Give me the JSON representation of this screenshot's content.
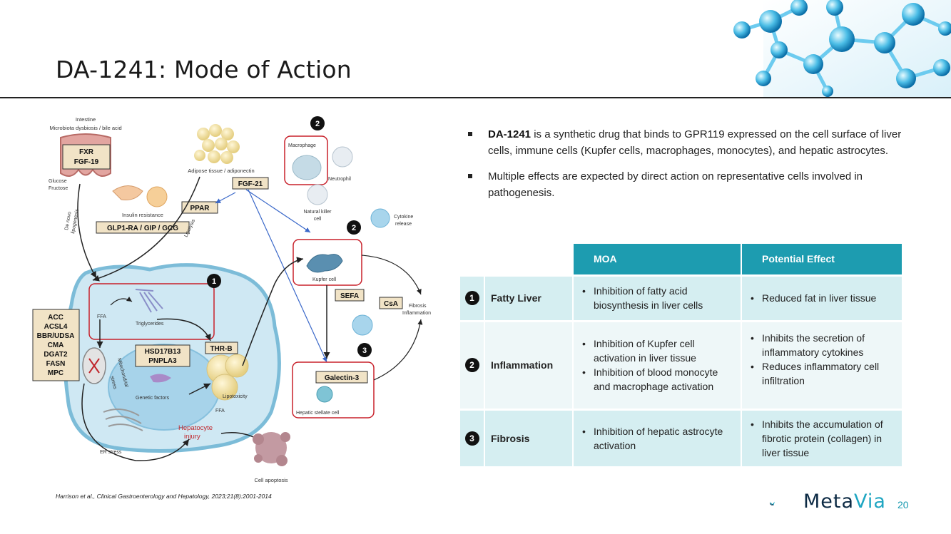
{
  "slide": {
    "title": "DA-1241: Mode of Action",
    "citation": "Harrison et al., Clinical Gastroenterology and Hepatology, 2023;21(8):2001-2014",
    "page_number": "20"
  },
  "brand": {
    "name_part1": "Meta",
    "name_part2": "Via",
    "icon": "metavia-logo-icon",
    "colors": {
      "navy": "#0c2a44",
      "teal": "#1fa6c2"
    }
  },
  "bullets": [
    {
      "bold": "DA-1241",
      "text": " is a synthetic drug that binds to GPR119  expressed on the cell surface of liver cells, immune cells (Kupfer cells, macrophages, monocytes), and hepatic astrocytes."
    },
    {
      "bold": "",
      "text": "Multiple effects are expected by direct action on representative cells involved in pathogenesis."
    }
  ],
  "table": {
    "header_color": "#1d9cb0",
    "headers": {
      "moa": "MOA",
      "effect": "Potential Effect"
    },
    "rows": [
      {
        "num": "1",
        "label": "Fatty Liver",
        "moa": [
          "Inhibition of fatty acid biosynthesis in liver cells"
        ],
        "effect": [
          "Reduced fat in liver tissue"
        ]
      },
      {
        "num": "2",
        "label": "Inflammation",
        "moa": [
          "Inhibition of Kupfer cell activation in liver tissue",
          "Inhibition of blood monocyte and macrophage activation"
        ],
        "effect": [
          "Inhibits the secretion of inflammatory cytokines",
          "Reduces inflammatory cell infiltration"
        ]
      },
      {
        "num": "3",
        "label": "Fibrosis",
        "moa": [
          "Inhibition of hepatic astrocyte activation"
        ],
        "effect": [
          "Inhibits the accumulation of fibrotic protein (collagen) in liver tissue"
        ]
      }
    ]
  },
  "figure": {
    "intestine_label": "Intestine",
    "intestine_sub": "Microbiota dysbiosis / bile acid",
    "fxr": "FXR",
    "fgf19": "FGF-19",
    "glucose": "Glucose",
    "fructose": "Fructose",
    "adipose": "Adipose tissue / adiponectin",
    "fgf21": "FGF-21",
    "ppar": "PPAR",
    "insulin": "Insulin resistance",
    "glp": "GLP1-RA / GIP / GCG",
    "lipolysis": "Lipolysis",
    "denovo1": "De novo",
    "denovo2": "lipogenesis",
    "macrophage": "Macrophage",
    "neutrophil": "Neutrophil",
    "nk1": "Natural killer",
    "nk2": "cell",
    "cytokine1": "Cytokine",
    "cytokine2": "release",
    "kupfer": "Kupfer cell",
    "sefa": "SEFA",
    "csa": "CsA",
    "fibrosis1": "Fibrosis",
    "fibrosis2": "Inflammation",
    "galectin": "Galectin-3",
    "stellate": "Hepatic stellate cell",
    "ffa_top": "FFA",
    "triglycerides": "Triglycerides",
    "thrb": "THR-B",
    "hsd1": "HSD17B13",
    "hsd2": "PNPLA3",
    "genetic": "Genetic factors",
    "lipotoxicity": "Lipotoxicity",
    "ffa_bottom": "FFA",
    "mito1": "Mitochondrial",
    "mito2": "stress",
    "er_stress": "ER stress",
    "hep1": "Hepatocyte",
    "hep2": "injury",
    "apoptosis": "Cell apoptosis",
    "enzymes": [
      "ACC",
      "ACSL4",
      "BBR/UDSA",
      "CMA",
      "DGAT2",
      "FASN",
      "MPC"
    ],
    "marker1": "1",
    "marker2a": "2",
    "marker2b": "2",
    "marker3": "3"
  }
}
